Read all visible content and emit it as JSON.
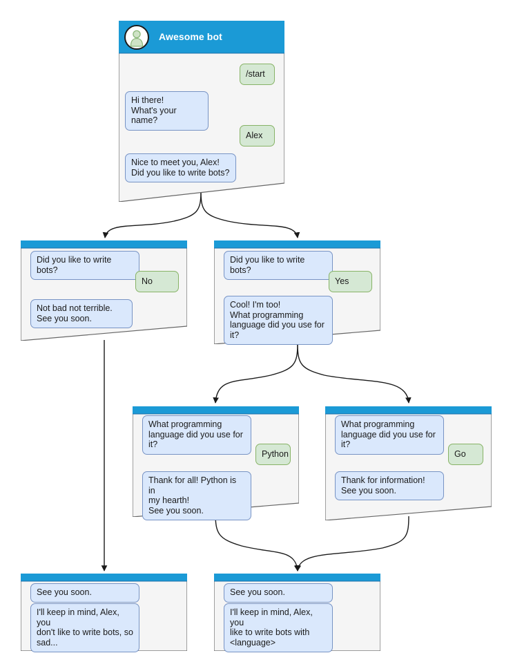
{
  "diagram": {
    "type": "bot-conversation-flow",
    "colors": {
      "header_blue": "#1b9ad6",
      "node_fill": "#f5f5f5",
      "node_stroke": "#666666",
      "bot_bubble_fill": "#dae8fc",
      "bot_bubble_stroke": "#7793c4",
      "user_bubble_fill": "#d5e8d4",
      "user_bubble_stroke": "#87b366",
      "edge_stroke": "#1a1a1a",
      "avatar_fill": "#cfe3c6",
      "avatar_stroke": "#8cb87a"
    }
  },
  "nodes": [
    {
      "id": "start",
      "title": "Awesome bot",
      "has_avatar": true,
      "messages": [
        {
          "role": "user",
          "text": "/start"
        },
        {
          "role": "bot",
          "text": "Hi there!\nWhat's your name?"
        },
        {
          "role": "user",
          "text": "Alex"
        },
        {
          "role": "bot",
          "text": "Nice to meet you, Alex!\nDid you like to write bots?"
        }
      ]
    },
    {
      "id": "answer-no",
      "title": "",
      "has_avatar": false,
      "messages": [
        {
          "role": "bot",
          "text": "Did you like to write bots?"
        },
        {
          "role": "user",
          "text": "No"
        },
        {
          "role": "bot",
          "text": "Not bad not terrible.\nSee you soon."
        }
      ]
    },
    {
      "id": "answer-yes",
      "title": "",
      "has_avatar": false,
      "messages": [
        {
          "role": "bot",
          "text": "Did you like to write bots?"
        },
        {
          "role": "user",
          "text": "Yes"
        },
        {
          "role": "bot",
          "text": "Cool! I'm too!\nWhat programming\nlanguage did you use for it?"
        }
      ]
    },
    {
      "id": "language-python",
      "title": "",
      "has_avatar": false,
      "messages": [
        {
          "role": "bot",
          "text": "What programming\nlanguage did you use for it?"
        },
        {
          "role": "user",
          "text": "Python"
        },
        {
          "role": "bot",
          "text": "Thank for all! Python is in\nmy hearth!\nSee you soon."
        }
      ]
    },
    {
      "id": "language-go",
      "title": "",
      "has_avatar": false,
      "messages": [
        {
          "role": "bot",
          "text": "What programming\nlanguage did you use for it?"
        },
        {
          "role": "user",
          "text": "Go"
        },
        {
          "role": "bot",
          "text": "Thank for information!\nSee you soon."
        }
      ]
    },
    {
      "id": "end-no",
      "title": "",
      "has_avatar": false,
      "messages": [
        {
          "role": "bot",
          "text": "See you soon."
        },
        {
          "role": "bot",
          "text": "I'll keep in mind, Alex, you\ndon't like to write bots, so\nsad..."
        }
      ]
    },
    {
      "id": "end-yes",
      "title": "",
      "has_avatar": false,
      "messages": [
        {
          "role": "bot",
          "text": "See you soon."
        },
        {
          "role": "bot",
          "text": "I'll keep in mind, Alex, you\nlike to write bots with\n<language>"
        }
      ]
    }
  ],
  "edges": [
    {
      "from": "start",
      "to": "answer-no"
    },
    {
      "from": "start",
      "to": "answer-yes"
    },
    {
      "from": "answer-no",
      "to": "end-no"
    },
    {
      "from": "answer-yes",
      "to": "language-python"
    },
    {
      "from": "answer-yes",
      "to": "language-go"
    },
    {
      "from": "language-python",
      "to": "end-yes"
    },
    {
      "from": "language-go",
      "to": "end-yes"
    }
  ]
}
